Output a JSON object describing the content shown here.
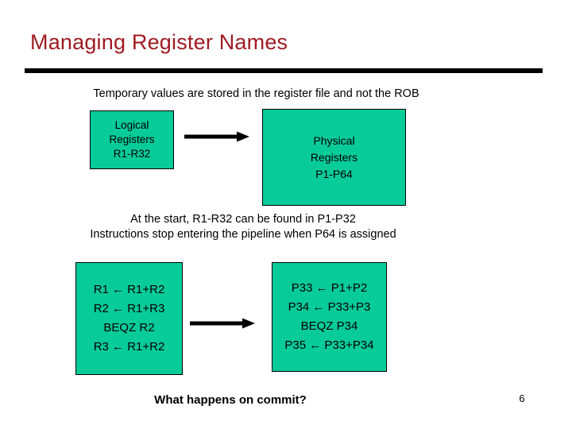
{
  "slide": {
    "title": "Managing Register Names",
    "title_color": "#9e1b22",
    "rule_color": "#000000",
    "background": "#ffffff",
    "box_fill": "#07cb99",
    "box_border": "#000000",
    "page_number": "6"
  },
  "captions": {
    "top": "Temporary values are stored in the register file and not the ROB",
    "middle_line1": "At the start, R1-R32 can be found in P1-P32",
    "middle_line2": "Instructions stop entering the pipeline when P64 is assigned",
    "bottom": "What happens on commit?"
  },
  "boxes": {
    "logical_registers": {
      "lines": [
        "Logical",
        "Registers",
        "R1-R32"
      ]
    },
    "physical_registers": {
      "lines": [
        "Physical",
        "Registers",
        "P1-P64"
      ]
    },
    "logical_code": {
      "lines": [
        "R1 ← R1+R2",
        "R2 ← R1+R3",
        "BEQZ R2",
        "R3 ← R1+R2"
      ]
    },
    "physical_code": {
      "lines": [
        "P33 ← P1+P2",
        "P34 ← P33+P3",
        "BEQZ P34",
        "P35 ← P33+P34"
      ]
    }
  },
  "arrows": {
    "top": "right-arrow-icon",
    "bottom": "right-arrow-icon"
  }
}
